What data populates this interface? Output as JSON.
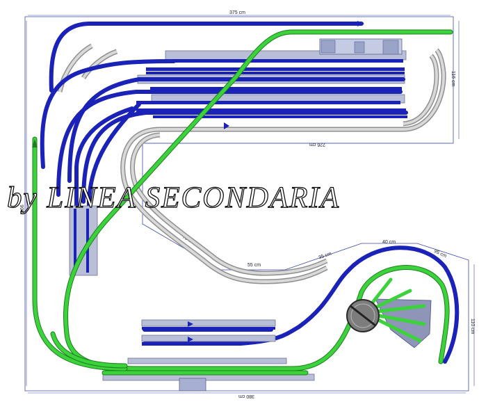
{
  "watermark": "by LINEA SECONDARIA",
  "dimensions": {
    "top_width": "375 cm",
    "bottom_width": "380 cm",
    "right_upper_height": "116 cm",
    "right_lower_height": "110 cm",
    "left_height": "166",
    "inner_top_width": "226 cm",
    "inner_middle_a": "75 cm",
    "inner_middle_b": "55 cm",
    "inner_right_a": "35 cm",
    "inner_right_b": "40 cm",
    "inner_right_c": "95 cm"
  },
  "colors": {
    "mainline": "#1a22b8",
    "secondary": "#3cd23c",
    "hidden_track": "#8f8f8f",
    "platform": "#b9bfd6"
  }
}
